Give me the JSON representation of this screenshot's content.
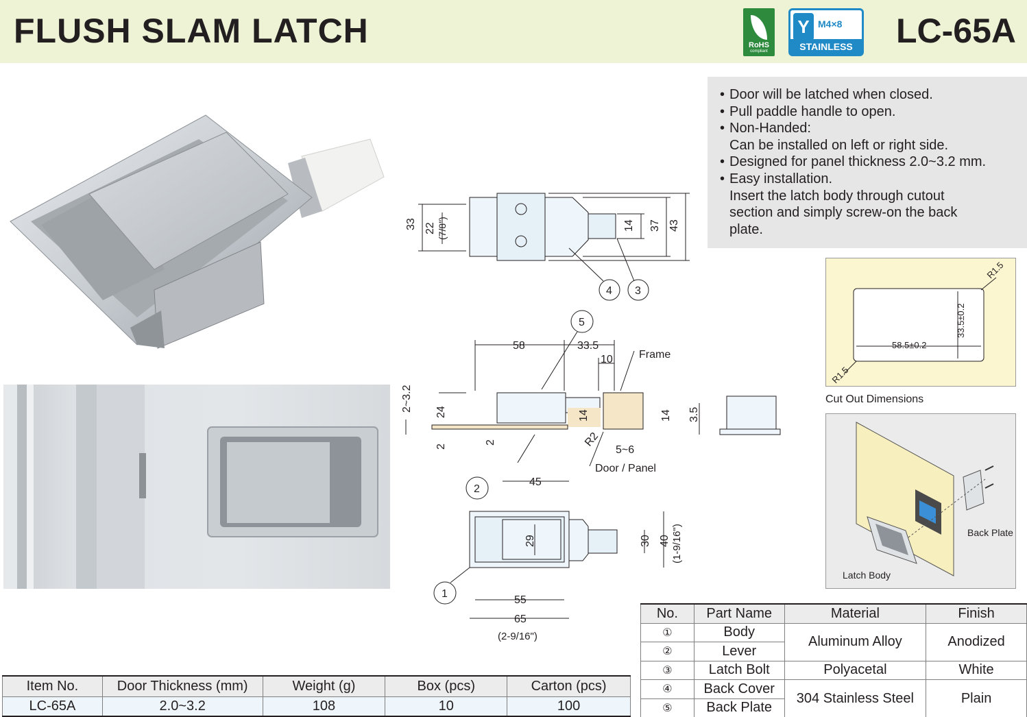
{
  "header": {
    "title": "FLUSH SLAM LATCH",
    "model": "LC-65A",
    "rohs": {
      "label": "RoHS",
      "sub": "compliant"
    },
    "stainless_badge": {
      "screw_size": "M4×8",
      "label": "STAINLESS"
    }
  },
  "features": [
    "Door will be latched when closed.",
    "Pull paddle handle to open.",
    "Non-Handed:",
    "Can be installed on left or right side.",
    "Designed for panel thickness 2.0~3.2 mm.",
    "Easy installation.",
    "Insert the latch body through cutout",
    "section and simply screw-on the back",
    "plate."
  ],
  "drawing": {
    "top_view": {
      "h33": "33",
      "h22": "22",
      "h22_inch": "(7/8\")",
      "h14": "14",
      "h37": "37",
      "h43": "43",
      "callout4": "4",
      "callout3": "3"
    },
    "side_view": {
      "callout5": "5",
      "w58": "58",
      "w33_5": "33.5",
      "w10": "10",
      "frame": "Frame",
      "t2_3_2": "2~3.2",
      "h24": "24",
      "h14a": "14",
      "h14b": "14",
      "t2a": "2",
      "t2b": "2",
      "r2": "R2",
      "gap": "5~6",
      "door_panel": "Door / Panel",
      "h3_5": "3.5"
    },
    "front_view": {
      "callout2": "2",
      "callout1": "1",
      "w45": "45",
      "h29": "29",
      "h30": "30",
      "h40": "40",
      "h40_inch": "(1-9/16\")",
      "w55": "55",
      "w65": "65",
      "w65_inch": "(2-9/16\")"
    }
  },
  "cutout": {
    "width": "58.5±0.2",
    "height": "33.5±0.2",
    "radius_top": "R1.5",
    "radius_bottom": "R1.5",
    "caption": "Cut Out Dimensions"
  },
  "install": {
    "back_plate": "Back Plate",
    "latch_body": "Latch Body"
  },
  "parts_table": {
    "headers": [
      "No.",
      "Part Name",
      "Material",
      "Finish"
    ],
    "rows": [
      {
        "no": "①",
        "name": "Body"
      },
      {
        "no": "②",
        "name": "Lever"
      },
      {
        "no": "③",
        "name": "Latch Bolt"
      },
      {
        "no": "④",
        "name": "Back Cover"
      },
      {
        "no": "⑤",
        "name": "Back Plate"
      }
    ],
    "materials": [
      "Aluminum Alloy",
      "Polyacetal",
      "304 Stainless Steel"
    ],
    "finishes": [
      "Anodized",
      "White",
      "Plain"
    ]
  },
  "item_table": {
    "headers": [
      "Item No.",
      "Door Thickness (mm)",
      "Weight (g)",
      "Box (pcs)",
      "Carton (pcs)"
    ],
    "row": [
      "LC-65A",
      "2.0~3.2",
      "108",
      "10",
      "100"
    ]
  }
}
